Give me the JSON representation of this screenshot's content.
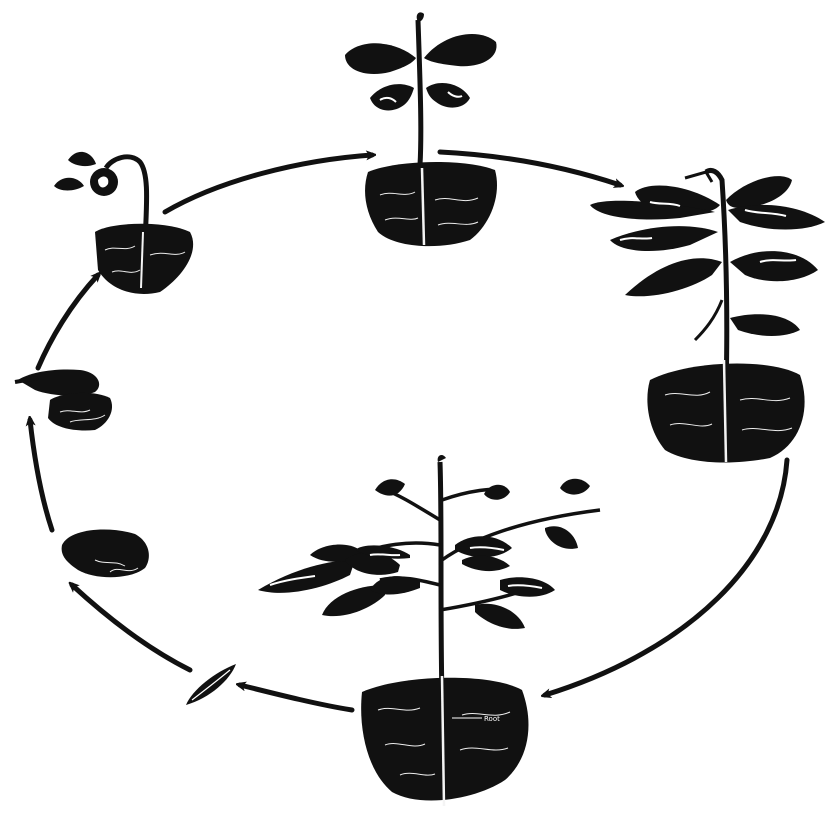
{
  "diagram": {
    "ink_color": "#111111",
    "paper_color": "#ffffff",
    "root_color": "#f4f4f4",
    "stages": [
      {
        "name": "seed",
        "icon": "seed-icon"
      },
      {
        "name": "seed-in-soil",
        "icon": "soil-clod-icon"
      },
      {
        "name": "germinating-seed",
        "icon": "sprouting-seed-icon"
      },
      {
        "name": "emerging-seedling",
        "icon": "hooked-seedling-icon"
      },
      {
        "name": "young-seedling",
        "icon": "seedling-icon"
      },
      {
        "name": "growing-plant",
        "icon": "leafy-plant-icon"
      },
      {
        "name": "mature-flowering-plant",
        "icon": "flowering-plant-icon"
      }
    ],
    "root_label": "Root"
  }
}
